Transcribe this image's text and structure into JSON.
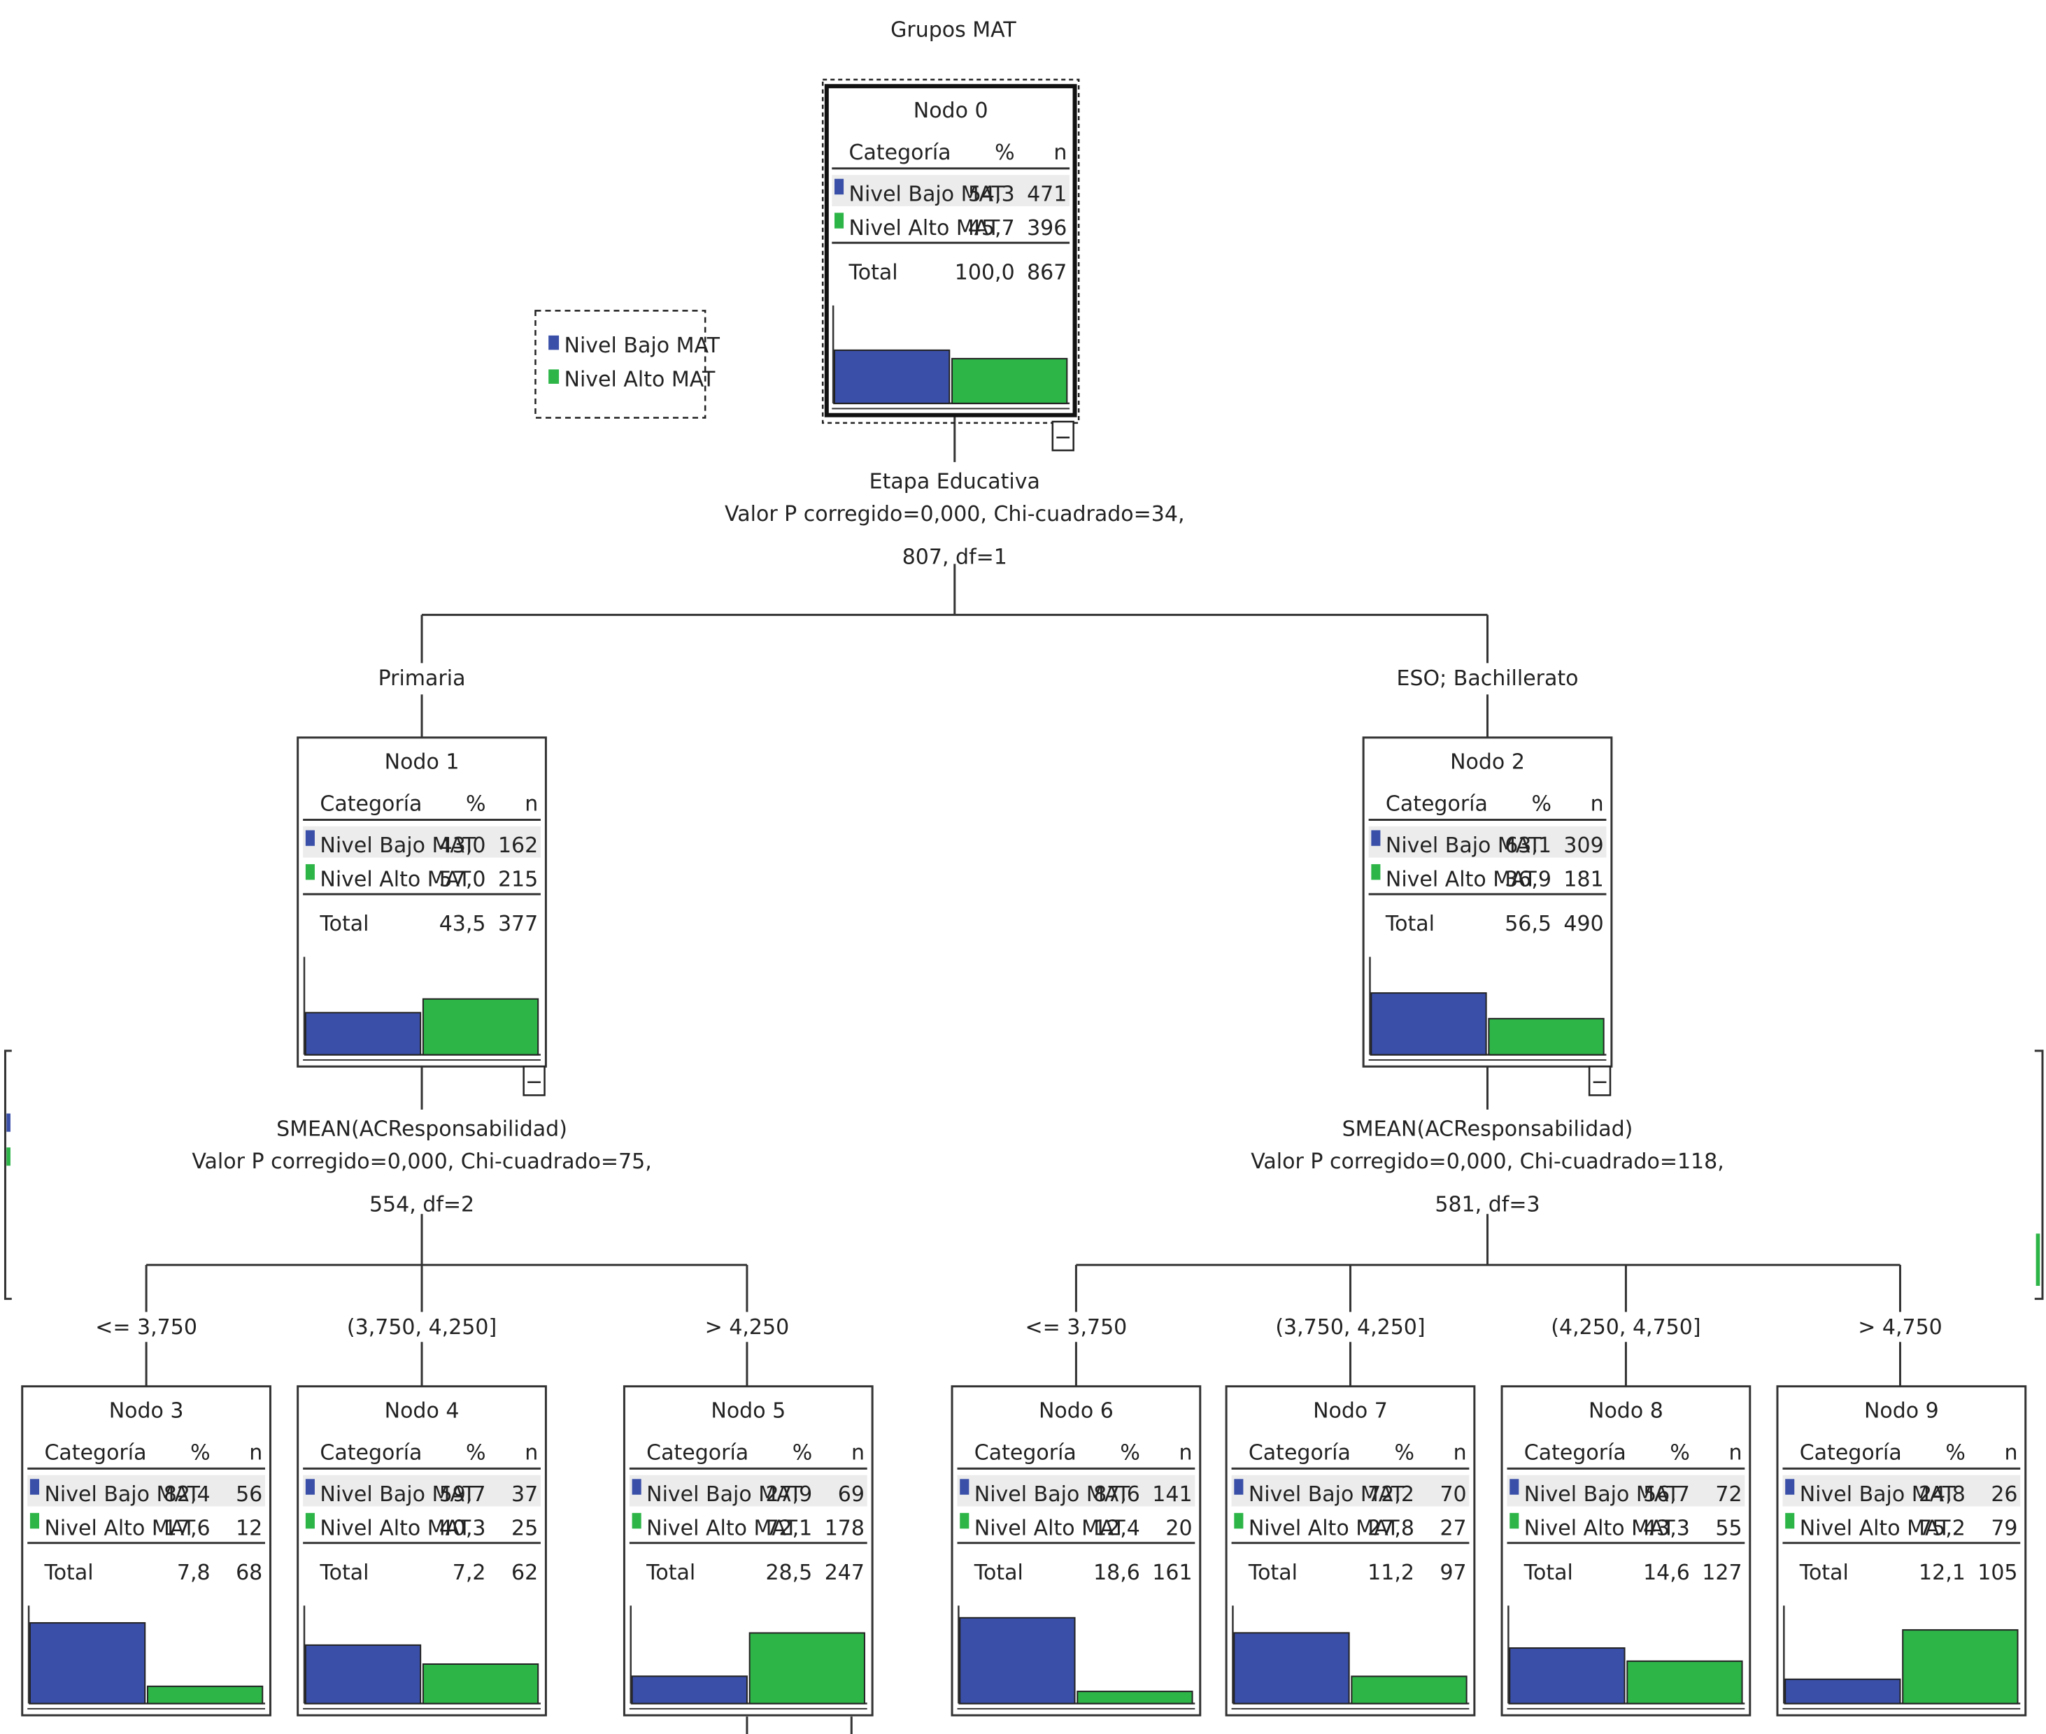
{
  "tree_title": "Grupos MAT",
  "colors": {
    "bajo": "#3A4FA8",
    "alto": "#2DB548",
    "line": "#333333"
  },
  "legend": [
    {
      "label": "Nivel Bajo MAT",
      "color": "#3A4FA8"
    },
    {
      "label": "Nivel Alto MAT",
      "color": "#2DB548"
    }
  ],
  "table_headers": {
    "category": "Categoría",
    "pct": "%",
    "n": "n"
  },
  "total_label": "Total",
  "collapse_glyph": "−",
  "nodes": [
    {
      "id": "Nodo 0",
      "rows": [
        {
          "cat": "Nivel Bajo MAT",
          "pct": "54,3",
          "n": "471"
        },
        {
          "cat": "Nivel Alto MAT",
          "pct": "45,7",
          "n": "396"
        }
      ],
      "total": {
        "pct": "100,0",
        "n": "867"
      },
      "bars": [
        54.3,
        45.7
      ]
    },
    {
      "id": "Nodo 1",
      "rows": [
        {
          "cat": "Nivel Bajo MAT",
          "pct": "43,0",
          "n": "162"
        },
        {
          "cat": "Nivel Alto MAT",
          "pct": "57,0",
          "n": "215"
        }
      ],
      "total": {
        "pct": "43,5",
        "n": "377"
      },
      "bars": [
        43.0,
        57.0
      ]
    },
    {
      "id": "Nodo 2",
      "rows": [
        {
          "cat": "Nivel Bajo MAT",
          "pct": "63,1",
          "n": "309"
        },
        {
          "cat": "Nivel Alto MAT",
          "pct": "36,9",
          "n": "181"
        }
      ],
      "total": {
        "pct": "56,5",
        "n": "490"
      },
      "bars": [
        63.1,
        36.9
      ]
    },
    {
      "id": "Nodo 3",
      "rows": [
        {
          "cat": "Nivel Bajo MAT",
          "pct": "82,4",
          "n": "56"
        },
        {
          "cat": "Nivel Alto MAT",
          "pct": "17,6",
          "n": "12"
        }
      ],
      "total": {
        "pct": "7,8",
        "n": "68"
      },
      "bars": [
        82.4,
        17.6
      ]
    },
    {
      "id": "Nodo 4",
      "rows": [
        {
          "cat": "Nivel Bajo MAT",
          "pct": "59,7",
          "n": "37"
        },
        {
          "cat": "Nivel Alto MAT",
          "pct": "40,3",
          "n": "25"
        }
      ],
      "total": {
        "pct": "7,2",
        "n": "62"
      },
      "bars": [
        59.7,
        40.3
      ]
    },
    {
      "id": "Nodo 5",
      "rows": [
        {
          "cat": "Nivel Bajo MAT",
          "pct": "27,9",
          "n": "69"
        },
        {
          "cat": "Nivel Alto MAT",
          "pct": "72,1",
          "n": "178"
        }
      ],
      "total": {
        "pct": "28,5",
        "n": "247"
      },
      "bars": [
        27.9,
        72.1
      ]
    },
    {
      "id": "Nodo 6",
      "rows": [
        {
          "cat": "Nivel Bajo MAT",
          "pct": "87,6",
          "n": "141"
        },
        {
          "cat": "Nivel Alto MAT",
          "pct": "12,4",
          "n": "20"
        }
      ],
      "total": {
        "pct": "18,6",
        "n": "161"
      },
      "bars": [
        87.6,
        12.4
      ]
    },
    {
      "id": "Nodo 7",
      "rows": [
        {
          "cat": "Nivel Bajo MAT",
          "pct": "72,2",
          "n": "70"
        },
        {
          "cat": "Nivel Alto MAT",
          "pct": "27,8",
          "n": "27"
        }
      ],
      "total": {
        "pct": "11,2",
        "n": "97"
      },
      "bars": [
        72.2,
        27.8
      ]
    },
    {
      "id": "Nodo 8",
      "rows": [
        {
          "cat": "Nivel Bajo MAT",
          "pct": "56,7",
          "n": "72"
        },
        {
          "cat": "Nivel Alto MAT",
          "pct": "43,3",
          "n": "55"
        }
      ],
      "total": {
        "pct": "14,6",
        "n": "127"
      },
      "bars": [
        56.7,
        43.3
      ]
    },
    {
      "id": "Nodo 9",
      "rows": [
        {
          "cat": "Nivel Bajo MAT",
          "pct": "24,8",
          "n": "26"
        },
        {
          "cat": "Nivel Alto MAT",
          "pct": "75,2",
          "n": "79"
        }
      ],
      "total": {
        "pct": "12,1",
        "n": "105"
      },
      "bars": [
        24.8,
        75.2
      ]
    }
  ],
  "splits": [
    {
      "lines": [
        "Etapa Educativa",
        "Valor P corregido=0,000, Chi-cuadrado=34,",
        "807, df=1"
      ]
    },
    {
      "lines": [
        "SMEAN(ACResponsabilidad)",
        "Valor P corregido=0,000, Chi-cuadrado=75,",
        "554, df=2"
      ]
    },
    {
      "lines": [
        "SMEAN(ACResponsabilidad)",
        "Valor P corregido=0,000, Chi-cuadrado=118,",
        "581, df=3"
      ]
    }
  ],
  "branches": [
    "Primaria",
    "ESO; Bachillerato",
    "<= 3,750",
    "(3,750, 4,250]",
    "> 4,250",
    "<= 3,750",
    "(3,750, 4,250]",
    "(4,250, 4,750]",
    "> 4,750"
  ]
}
